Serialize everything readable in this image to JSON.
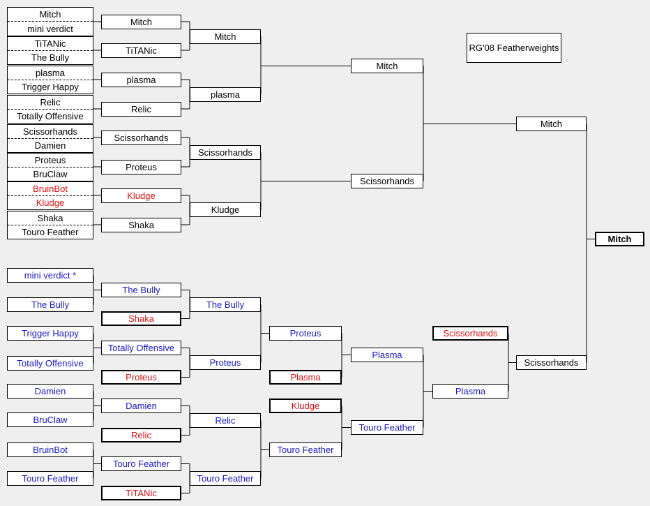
{
  "title": "RG'08 Featherweights",
  "colors": {
    "normal": "#000000",
    "winner": "#1a1ac8",
    "loser": "#dd1111",
    "background": "#efefef"
  },
  "winners": {
    "r1": [
      [
        "Mitch",
        "mini  verdict"
      ],
      [
        "TiTANic",
        "The Bully"
      ],
      [
        "plasma",
        "Trigger Happy"
      ],
      [
        "Relic",
        "Totally Offensive"
      ],
      [
        "Scissorhands",
        "Damien"
      ],
      [
        "Proteus",
        "BruClaw"
      ],
      [
        "BruinBot",
        "Kludge"
      ],
      [
        "Shaka",
        "Touro Feather"
      ]
    ],
    "r2": [
      "Mitch",
      "TiTANic",
      "plasma",
      "Relic",
      "Scissorhands",
      "Proteus",
      "Kludge",
      "Shaka"
    ],
    "r3": [
      "Mitch",
      "plasma",
      "Scissorhands",
      "Kludge"
    ],
    "r4": [
      "Mitch",
      "Scissorhands"
    ],
    "final": "Mitch"
  },
  "losers": {
    "l1": [
      "mini verdict *",
      "The Bully",
      "Trigger Happy",
      "Totally Offensive",
      "Damien",
      "BruClaw",
      "BruinBot",
      "Touro Feather"
    ],
    "l2": [
      "The Bully",
      "Totally Offensive",
      "Damien",
      "Touro Feather"
    ],
    "drop1": [
      "Shaka",
      "Proteus",
      "Relic",
      "TiTANic"
    ],
    "l3": [
      "The Bully",
      "Proteus",
      "Relic",
      "Touro Feather"
    ],
    "l4": [
      "Proteus",
      "Touro Feather"
    ],
    "drop2": [
      "Plasma",
      "Kludge"
    ],
    "l5": [
      "Plasma",
      "Touro Feather"
    ],
    "l6": "Plasma",
    "drop3": "Scissorhands",
    "l7": "Scissorhands"
  },
  "grand_final": "Mitch"
}
